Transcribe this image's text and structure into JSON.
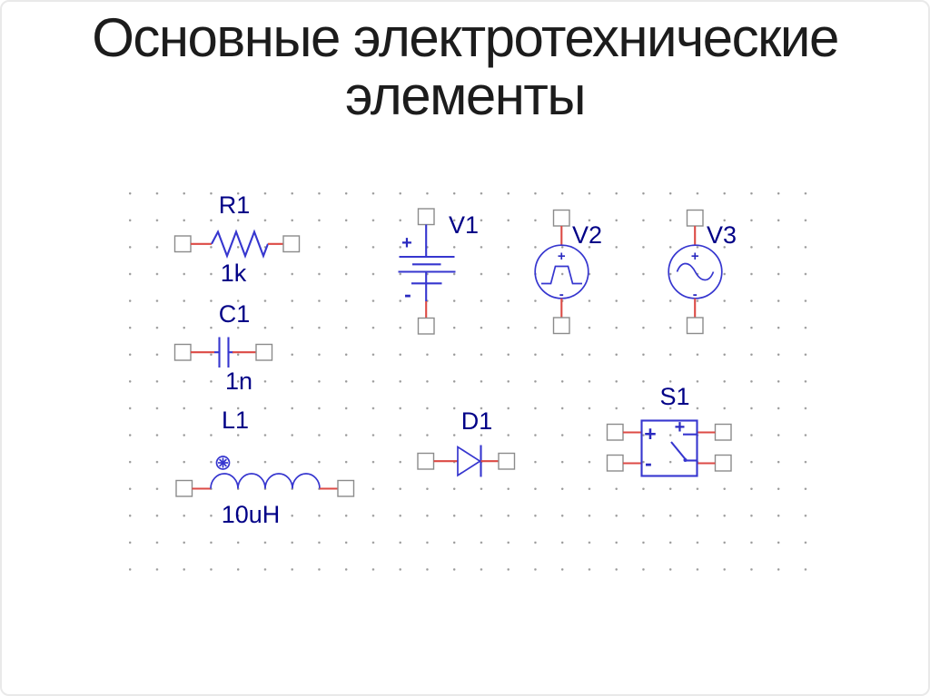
{
  "slide": {
    "title_line1": "Основные электротехнические",
    "title_line2": "элементы"
  },
  "colors": {
    "title_text": "#1c1c1c",
    "symbol_blue": "#3636cf",
    "label_navy": "#000087",
    "wire_red": "#dc4a45",
    "terminal_border": "#8b8b8b",
    "grid_dot": "#9a9a9a",
    "background": "#ffffff"
  },
  "components": {
    "resistor": {
      "ref": "R1",
      "value": "1k"
    },
    "capacitor": {
      "ref": "C1",
      "value": "1n"
    },
    "inductor": {
      "ref": "L1",
      "value": "10uH"
    },
    "dc_source": {
      "ref": "V1",
      "plus": "+",
      "minus": "-"
    },
    "pulse_source": {
      "ref": "V2",
      "plus": "+",
      "minus": "-"
    },
    "ac_source": {
      "ref": "V3",
      "plus": "+",
      "minus": "-"
    },
    "diode": {
      "ref": "D1"
    },
    "switch": {
      "ref": "S1",
      "plus_left": "+",
      "minus_left": "-",
      "plus_right": "+"
    }
  }
}
